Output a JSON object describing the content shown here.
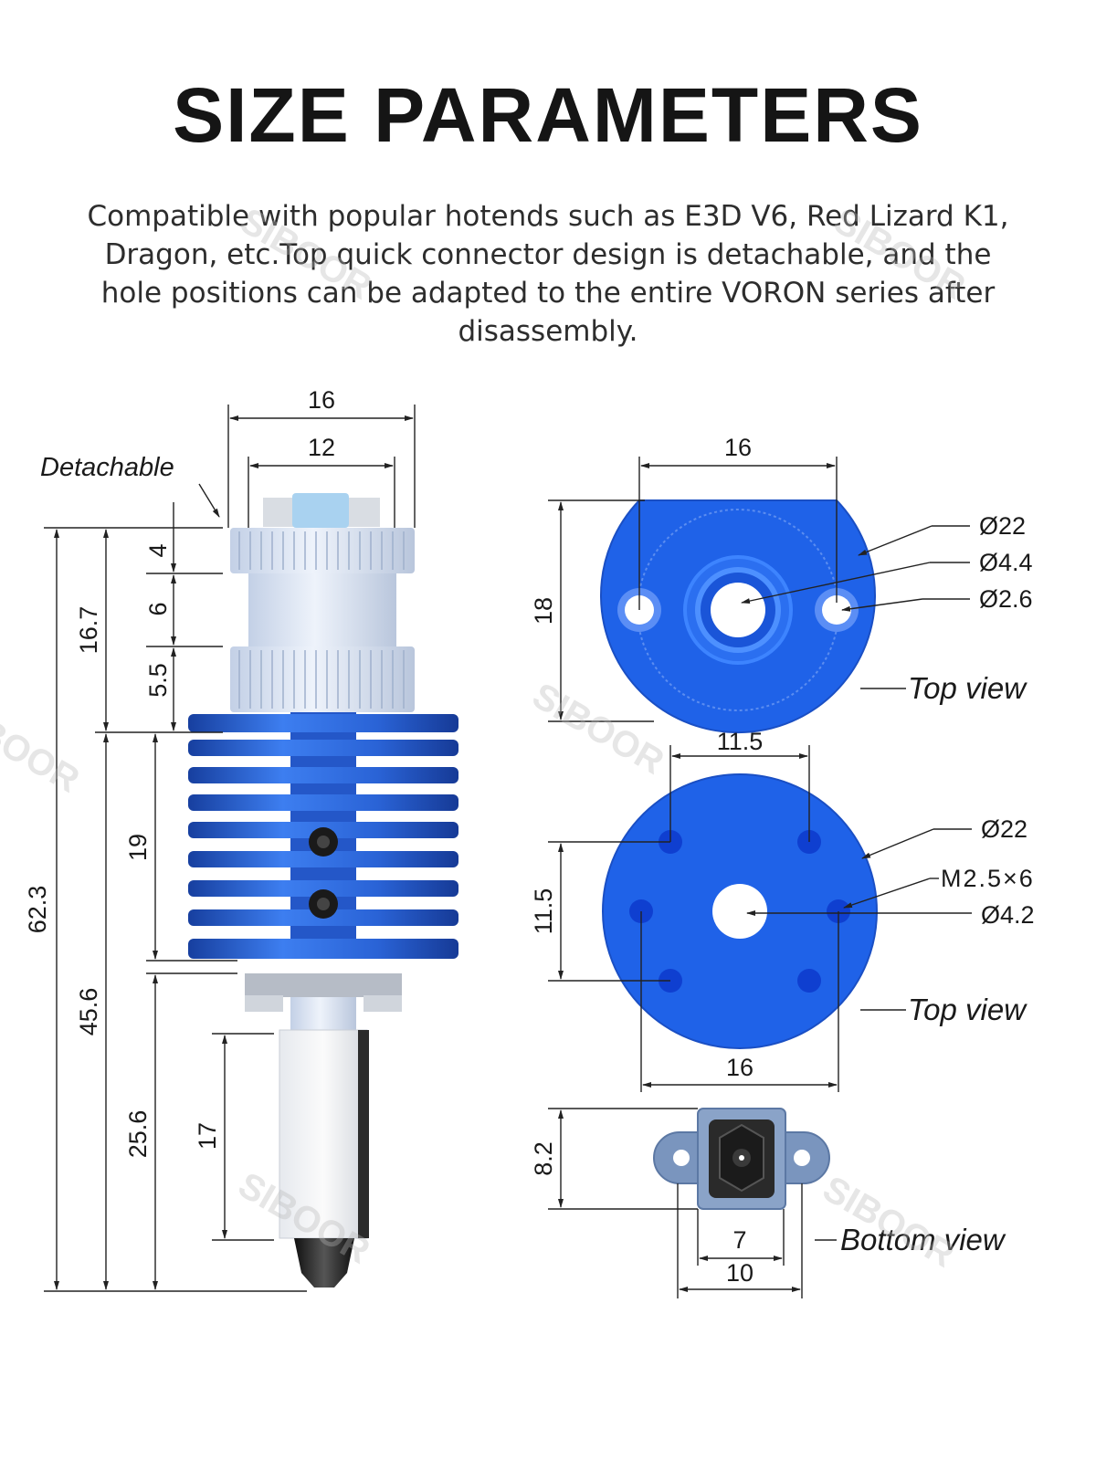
{
  "header": {
    "title": "SIZE PARAMETERS",
    "subtitle": "Compatible with popular hotends such as E3D V6, Red Lizard K1, Dragon, etc.Top quick connector design is detachable, and the hole positions can be adapted to the entire VORON series after disassembly."
  },
  "watermark": "SIBOOR",
  "side_view": {
    "detachable_label": "Detachable",
    "dims": {
      "width_outer": "16",
      "width_inner": "12",
      "h_4": "4",
      "h_6": "6",
      "h_5_5": "5.5",
      "h_16_7": "16.7",
      "h_62_3": "62.3",
      "h_45_6": "45.6",
      "h_19": "19",
      "h_25_6": "25.6",
      "h_17": "17"
    }
  },
  "top_view_1": {
    "width": "16",
    "height": "18",
    "callouts": [
      "Ø22",
      "Ø4.4",
      "Ø2.6"
    ],
    "view_label": "Top view"
  },
  "top_view_2": {
    "top_width": "11.5",
    "height": "11.5",
    "bottom_width": "16",
    "callouts": [
      "Ø22",
      "M2.5×6",
      "Ø4.2"
    ],
    "view_label": "Top view"
  },
  "bottom_view": {
    "height": "8.2",
    "width_inner": "7",
    "width_outer": "10",
    "view_label": "Bottom view"
  },
  "colors": {
    "blue": "#1f62e8",
    "blue_dark": "#1a4fc4",
    "silver": "#c9d6ea",
    "light_blue": "#a9d2f0"
  }
}
